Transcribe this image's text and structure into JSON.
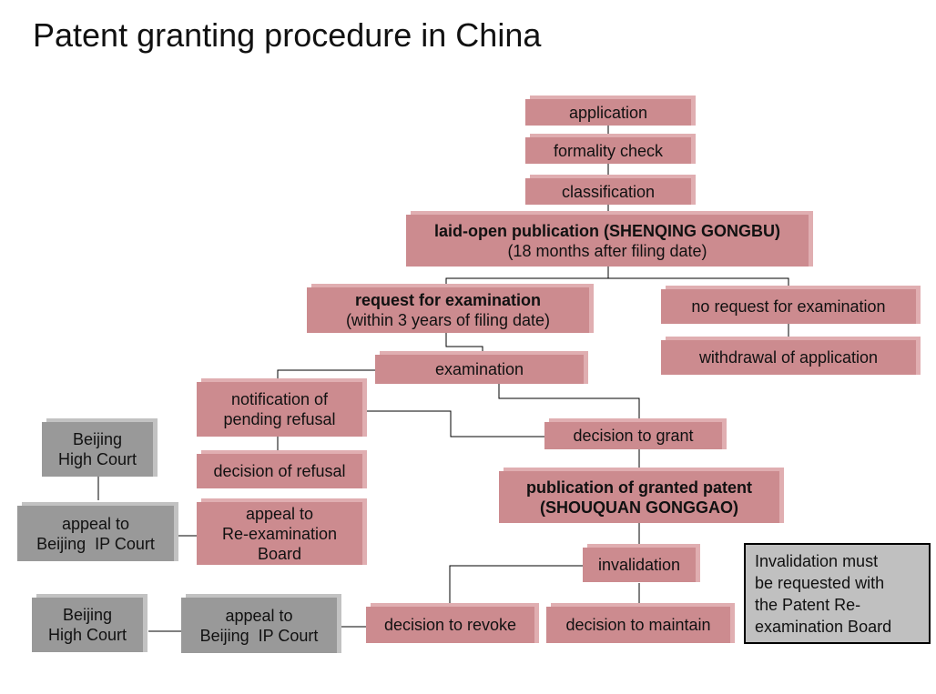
{
  "title": "Patent granting procedure in China",
  "boxes": {
    "application": "application",
    "formality_check": "formality check",
    "classification": "classification",
    "laid_open_line1": "laid-open publication (SHENQING GONGBU)",
    "laid_open_line2": "(18 months after filing date)",
    "request_line1": "request for examination",
    "request_line2": "(within 3 years of filing date)",
    "no_request": "no request for examination",
    "withdrawal": "withdrawal of application",
    "examination": "examination",
    "notification_line1": "notification of",
    "notification_line2": "pending refusal",
    "decision_grant": "decision to grant",
    "decision_refusal": "decision of refusal",
    "appeal_reexam_line1": "appeal to",
    "appeal_reexam_line2": "Re-examination",
    "appeal_reexam_line3": "Board",
    "publication_line1": "publication of granted patent",
    "publication_line2": "(SHOUQUAN GONGGAO)",
    "invalidation": "invalidation",
    "decision_revoke": "decision to revoke",
    "decision_maintain": "decision to maintain",
    "beijing_high_court_1_line1": "Beijing",
    "beijing_high_court_1_line2": "High Court",
    "appeal_ip_court_1_line1": "appeal to",
    "appeal_ip_court_1_line2": "Beijing  IP Court",
    "beijing_high_court_2_line1": "Beijing",
    "beijing_high_court_2_line2": "High Court",
    "appeal_ip_court_2_line1": "appeal to",
    "appeal_ip_court_2_line2": "Beijing  IP Court"
  },
  "note": {
    "line1": "Invalidation must",
    "line2": "be requested with",
    "line3": "the Patent Re-",
    "line4": "examination Board"
  },
  "colors": {
    "pink_box": "#cc8b8f",
    "gray_box": "#999999",
    "note_box": "#c0c0c0"
  }
}
